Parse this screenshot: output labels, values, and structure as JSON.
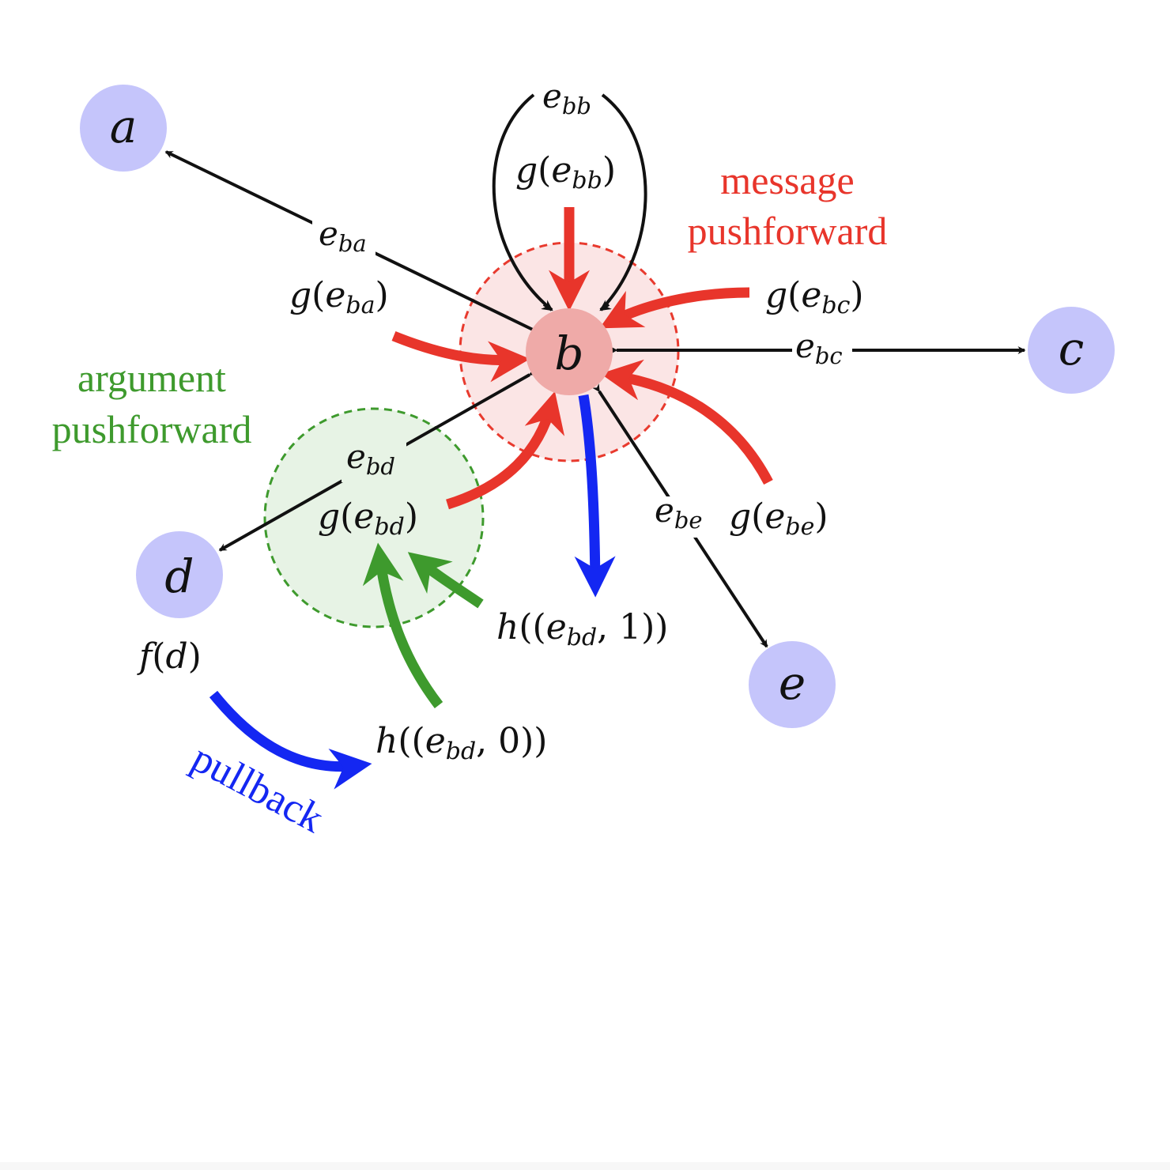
{
  "colors": {
    "node_fill": "#c5c5fb",
    "node_b_fill": "#efaaa8",
    "red_region": "#fbe5e5",
    "red_region_border": "#e83a2e",
    "green_region": "#e7f3e5",
    "green_region_border": "#3e9a2d",
    "message_arrow": "#e8352b",
    "argument_arrow": "#3e9a2d",
    "pullback_arrow": "#1427f2",
    "edge": "#111111"
  },
  "nodes": {
    "a": "a",
    "b": "b",
    "c": "c",
    "d": "d",
    "e": "e"
  },
  "edges": {
    "ba": {
      "base": "e",
      "sub": "ba"
    },
    "bb": {
      "base": "e",
      "sub": "bb"
    },
    "bc": {
      "base": "e",
      "sub": "bc"
    },
    "bd": {
      "base": "e",
      "sub": "bd"
    },
    "be": {
      "base": "e",
      "sub": "be"
    }
  },
  "messages": {
    "ba": {
      "func": "g",
      "base": "e",
      "sub": "ba"
    },
    "bb": {
      "func": "g",
      "base": "e",
      "sub": "bb"
    },
    "bc": {
      "func": "g",
      "base": "e",
      "sub": "bc"
    },
    "bd": {
      "func": "g",
      "base": "e",
      "sub": "bd"
    },
    "be": {
      "func": "g",
      "base": "e",
      "sub": "be"
    }
  },
  "arguments": {
    "h0": {
      "func": "h",
      "base": "e",
      "sub": "bd",
      "index": "0"
    },
    "h1": {
      "func": "h",
      "base": "e",
      "sub": "bd",
      "index": "1"
    }
  },
  "node_function": {
    "func": "f",
    "arg": "d"
  },
  "captions": {
    "message_line1": "message",
    "message_line2": "pushforward",
    "argument_line1": "argument",
    "argument_line2": "pushforward",
    "pullback": "pullback"
  }
}
